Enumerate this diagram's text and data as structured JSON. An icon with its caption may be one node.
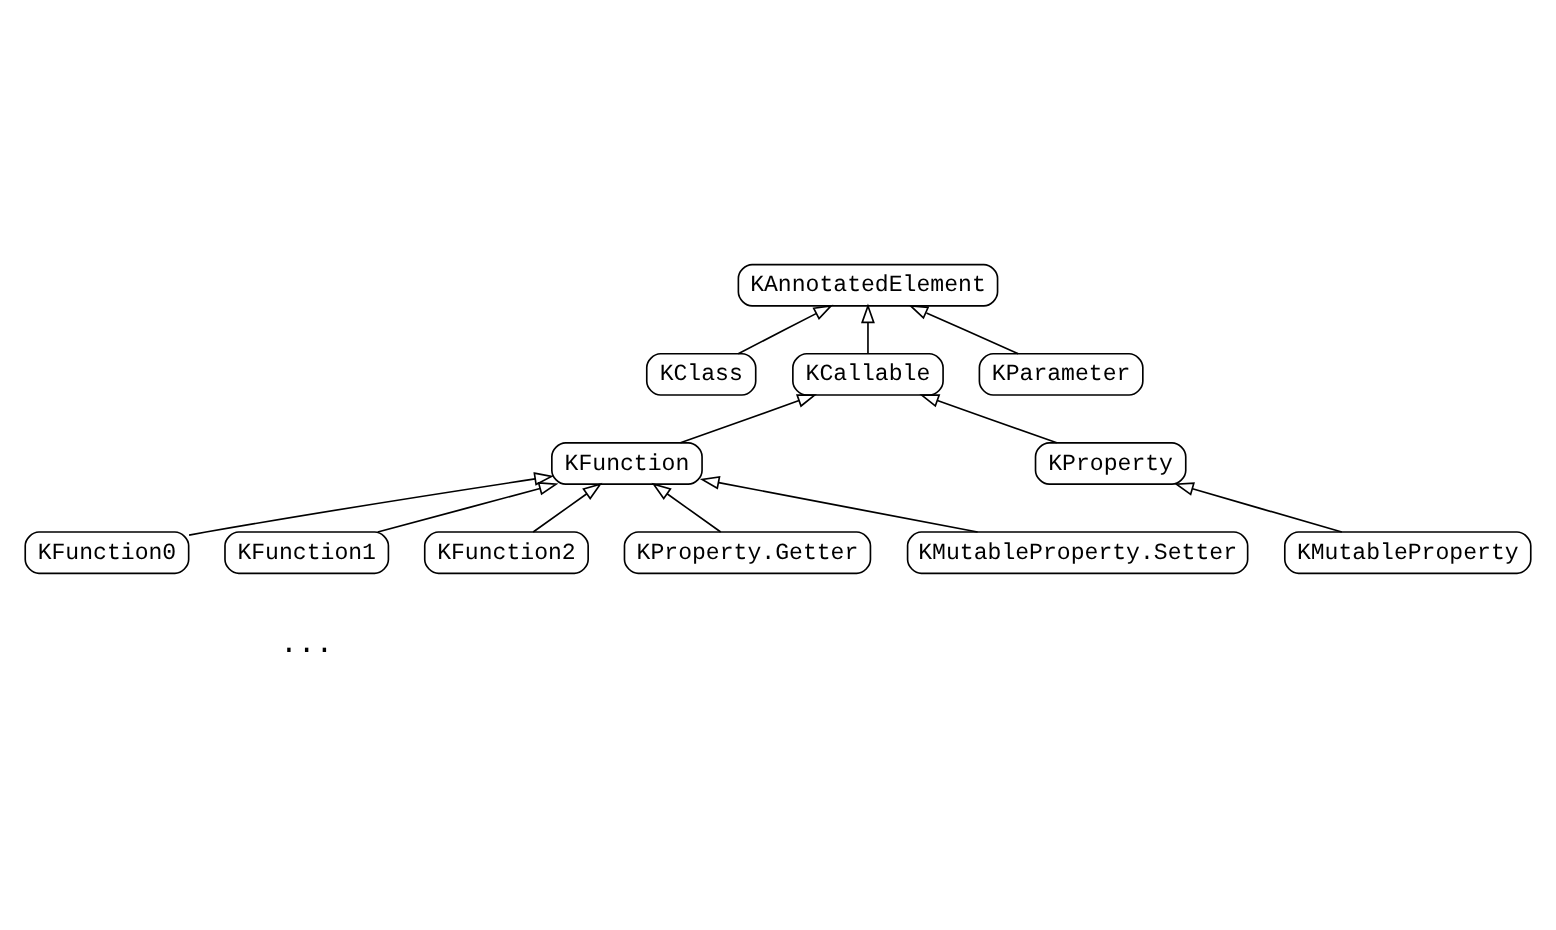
{
  "diagram": {
    "nodes": [
      {
        "text": [
          "KAnnotatedElement"
        ]
      },
      {
        "text": [
          "KClass"
        ]
      },
      {
        "text": [
          "KCallable"
        ]
      },
      {
        "text": [
          "KParameter"
        ]
      },
      {
        "text": [
          "KFunction"
        ]
      },
      {
        "text": [
          "KProperty"
        ]
      },
      {
        "text": [
          "KMutableProperty"
        ]
      },
      {
        "text": [
          "KFunction0"
        ]
      },
      {
        "text": [
          "KFunction1"
        ]
      },
      {
        "text": [
          "KFunction2"
        ]
      },
      {
        "text": [
          "KProperty.Getter"
        ]
      },
      {
        "text": [
          "KMutableProperty.Setter"
        ]
      }
    ],
    "edges": [
      {
        "from": 1,
        "to": 0,
        "arrow": "to"
      },
      {
        "from": 2,
        "to": 0,
        "arrow": "to"
      },
      {
        "from": 3,
        "to": 0,
        "arrow": "to"
      },
      {
        "from": 4,
        "to": 2,
        "arrow": "to"
      },
      {
        "from": 5,
        "to": 2,
        "arrow": "to"
      },
      {
        "from": 6,
        "to": 5,
        "arrow": "to"
      },
      {
        "from": 7,
        "to": 4,
        "arrow": "to"
      },
      {
        "from": 8,
        "to": 4,
        "arrow": "to"
      },
      {
        "from": 9,
        "to": 4,
        "arrow": "to"
      },
      {
        "from": 10,
        "to": 4,
        "arrow": "to"
      },
      {
        "from": 11,
        "to": 4,
        "arrow": "to"
      }
    ],
    "labels": [
      "..."
    ]
  }
}
